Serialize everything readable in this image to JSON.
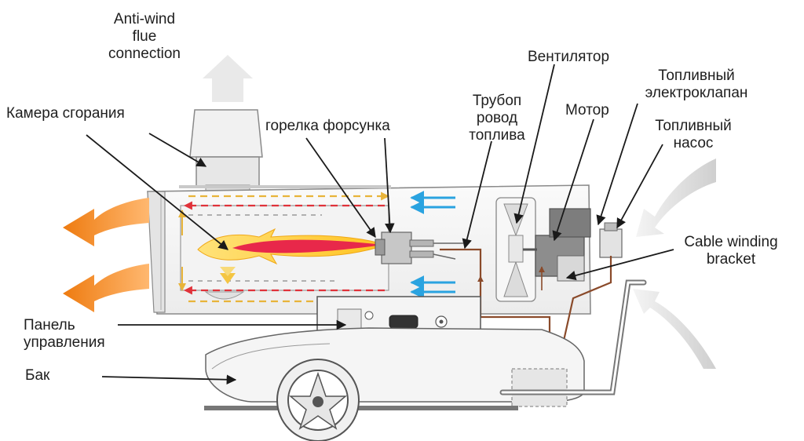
{
  "labels": {
    "anti_wind": [
      "Anti-wind",
      "flue",
      "connection"
    ],
    "combustion_chamber": "Камера сгорания",
    "burner_nozzle": "горелка форсунка",
    "fuel_pipe": [
      "Трубоп",
      "ровод",
      "топлива"
    ],
    "fan": "Вентилятор",
    "motor": "Мотор",
    "fuel_solenoid_valve": [
      "Топливный",
      "электроклапан"
    ],
    "fuel_pump": [
      "Топливный",
      "насос"
    ],
    "cable_bracket": [
      "Cable winding",
      "bracket"
    ],
    "control_panel": [
      "Панель",
      "управления"
    ],
    "tank": "Бак"
  },
  "colors": {
    "hot_air": "#f08a1e",
    "flame_outer": "#ffd23c",
    "flame_inner": "#e8284a",
    "cold_air": "#2aa3e0",
    "intake_air": "#d0d0d0",
    "body_outline": "#8a8a8a",
    "fuel_line": "#8a4a2a",
    "label_text": "#1e1e1e",
    "leader_line": "#1a1a1a"
  },
  "icons": [
    "exhaust-arrow-icon",
    "hot-air-arrow-icon",
    "intake-arrow-icon",
    "cold-air-arrow-icon",
    "flame-icon",
    "wheel-icon"
  ]
}
